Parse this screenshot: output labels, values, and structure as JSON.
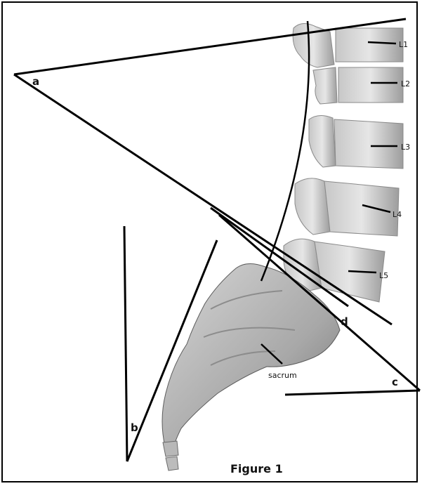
{
  "figure": {
    "caption": "Figure 1",
    "vertebra_labels": [
      "L1",
      "L2",
      "L3",
      "L4",
      "L5"
    ],
    "sacrum_label": "sacrum",
    "angle_labels": {
      "a": "a",
      "b": "b",
      "c": "c",
      "d": "d"
    }
  },
  "colors": {
    "background": "#ffffff",
    "lines": "#000000",
    "bone_light": "#d9d9d9",
    "bone_mid": "#b5b5b5",
    "bone_dark": "#7d7d7d"
  }
}
